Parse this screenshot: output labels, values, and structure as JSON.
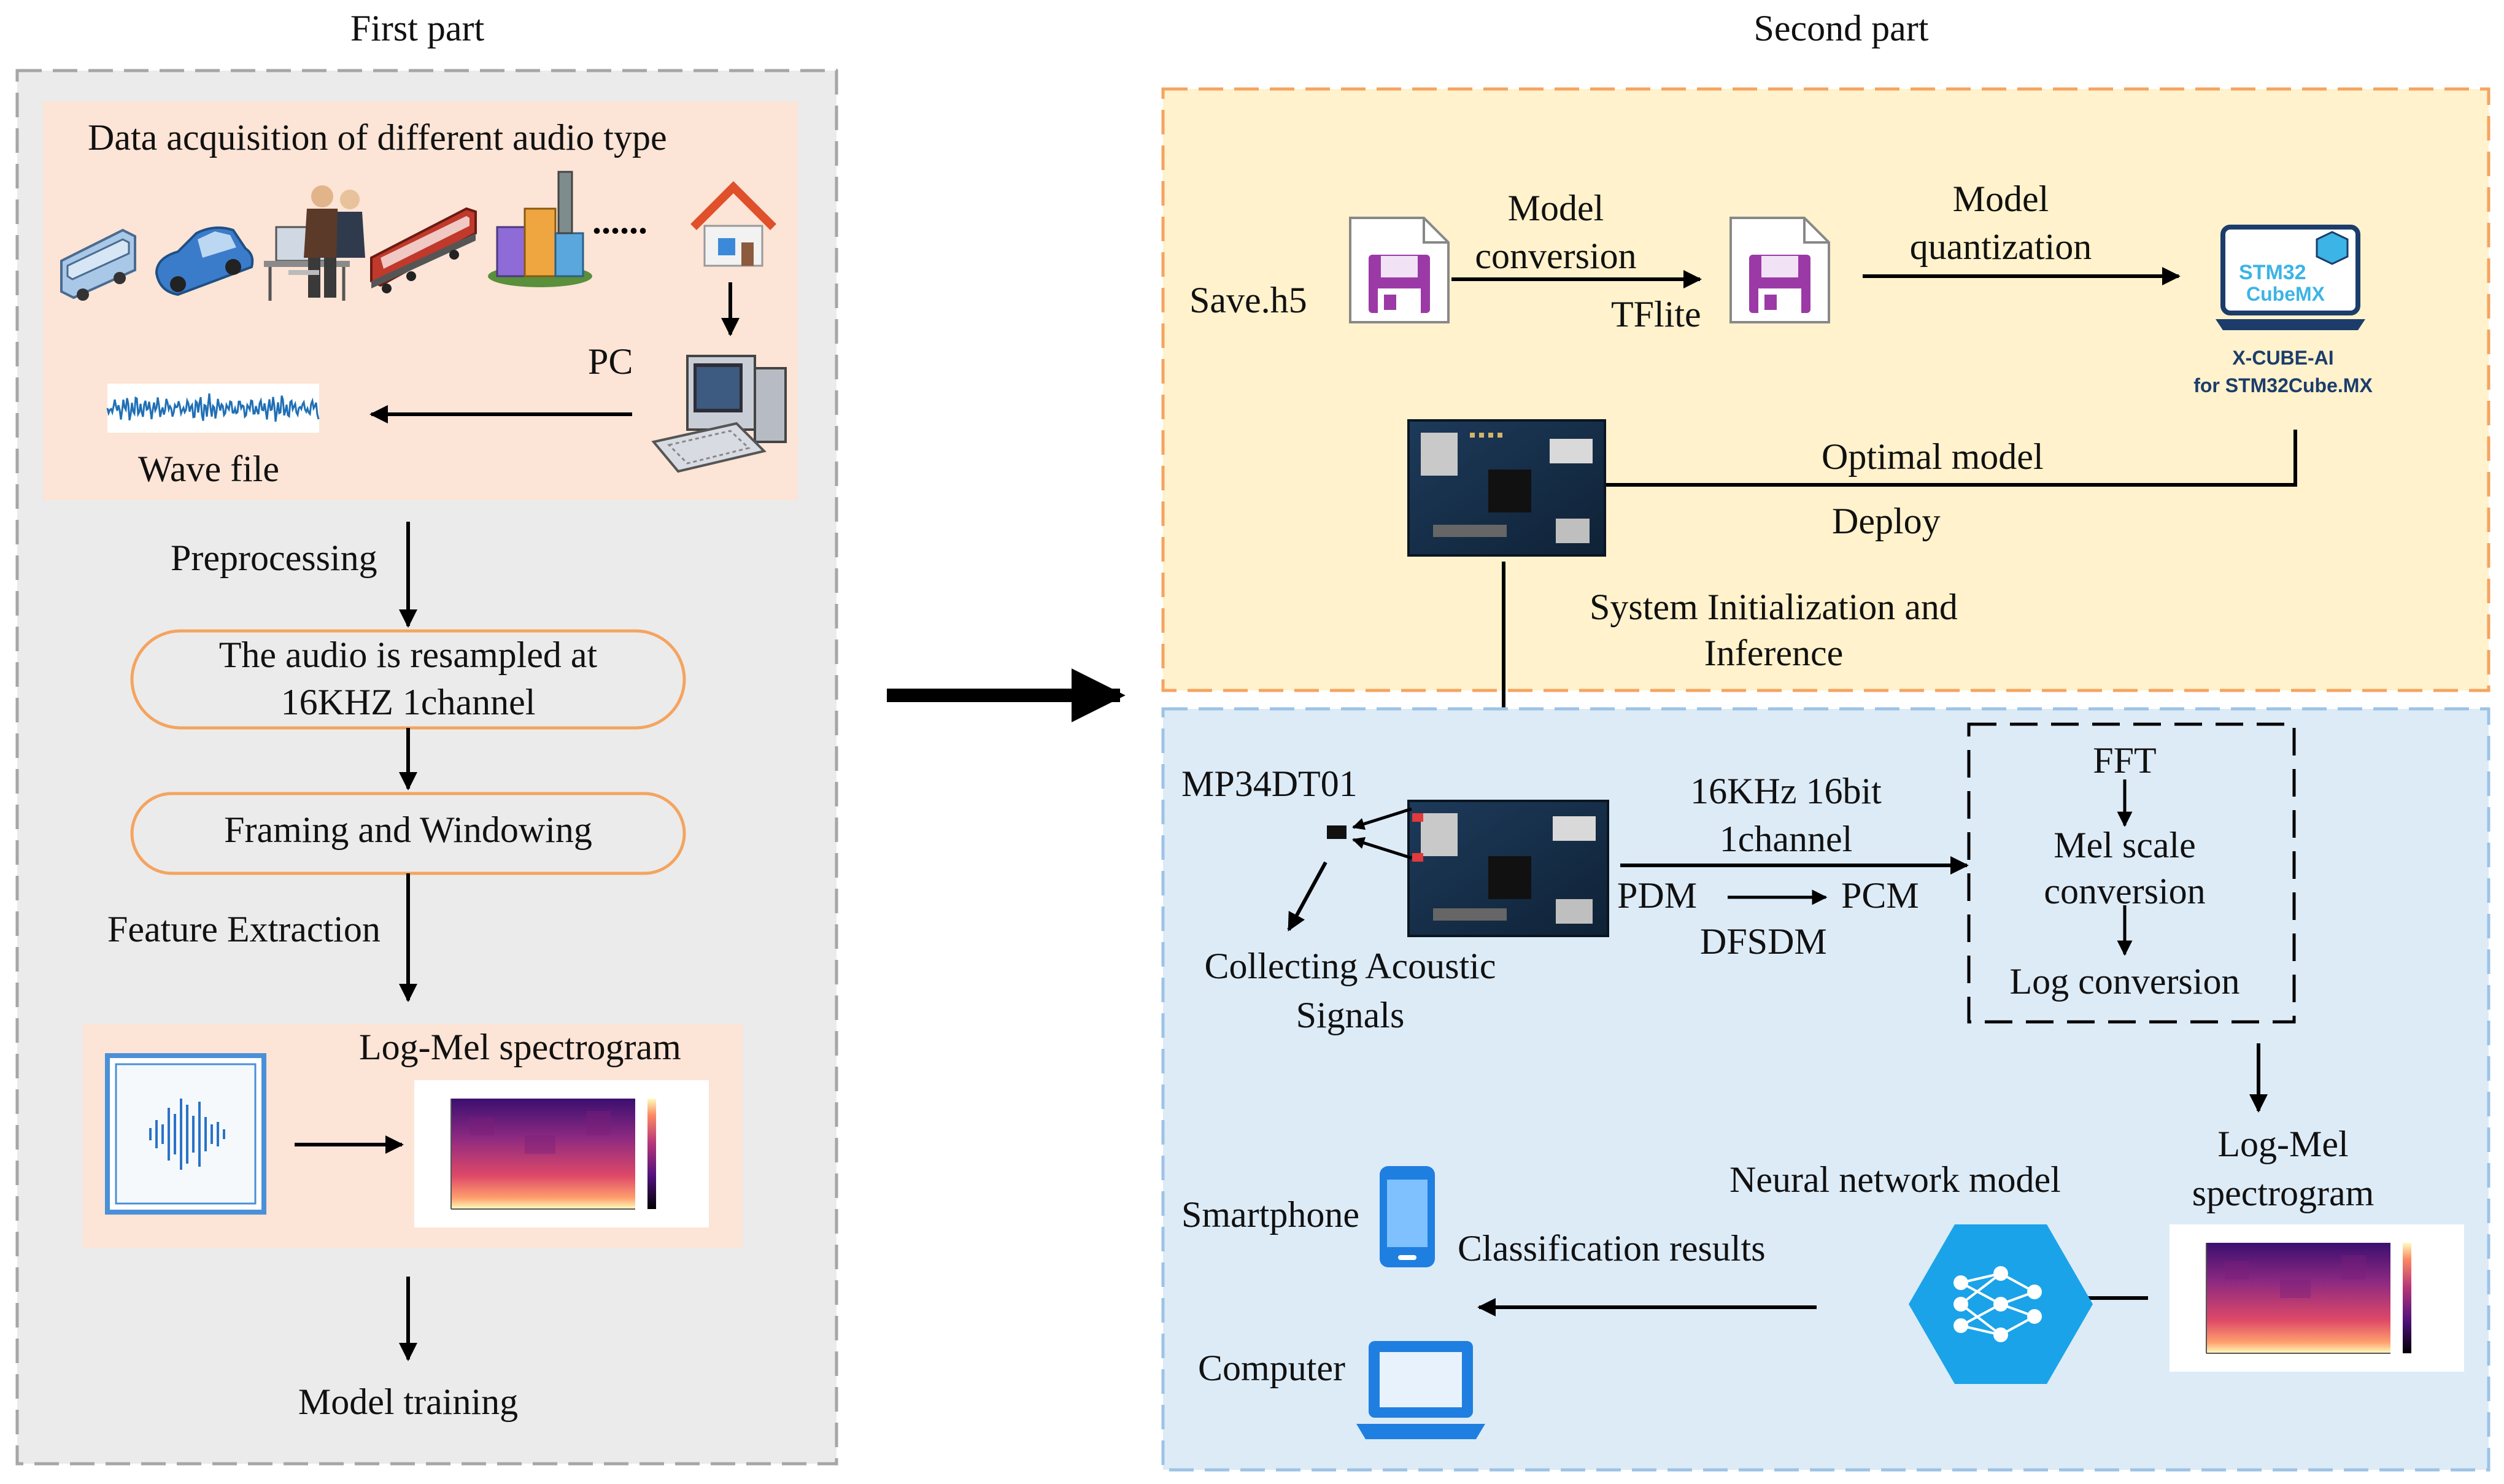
{
  "first_part": {
    "title": "First part",
    "acquisition_label": "Data acquisition of different audio type",
    "ellipsis": "......",
    "pc_label": "PC",
    "wave_file_label": "Wave file",
    "preprocessing_label": "Preprocessing",
    "resample_box": [
      "The audio is resampled at",
      "16KHZ 1channel"
    ],
    "framing_box": "Framing and Windowing",
    "feature_extraction_label": "Feature Extraction",
    "logmel_label": "Log-Mel spectrogram",
    "model_training_label": "Model training"
  },
  "second_part": {
    "title": "Second part",
    "save_h5": "Save.h5",
    "model_conversion": [
      "Model",
      "conversion"
    ],
    "tflite": "TFlite",
    "model_quantization": [
      "Model",
      "quantization"
    ],
    "stm32_logo": [
      "STM32",
      "CubeMX"
    ],
    "xcube": [
      "X-CUBE-AI",
      "for STM32Cube.MX"
    ],
    "optimal_model": "Optimal model",
    "deploy": "Deploy",
    "system_init": [
      "System Initialization and",
      "Inference"
    ],
    "mic": "MP34DT01",
    "collecting": [
      "Collecting Acoustic",
      "Signals"
    ],
    "sampling": [
      "16KHz 16bit",
      "1channel"
    ],
    "pdm": "PDM",
    "pcm": "PCM",
    "dfsdm": "DFSDM",
    "fft": "FFT",
    "mel_scale": [
      "Mel scale",
      "conversion"
    ],
    "log_conversion": "Log conversion",
    "logmel": [
      "Log-Mel",
      "spectrogram"
    ],
    "neural_network": "Neural network model",
    "classification": "Classification results",
    "smartphone": "Smartphone",
    "computer": "Computer"
  },
  "colors": {
    "first_panel_bg": "#ebebeb",
    "acquisition_bg": "#fce4d6",
    "orange_border": "#f4a460",
    "yellow_panel_bg": "#fff2cc",
    "blue_panel_bg": "#ddebf7",
    "blue_panel_border": "#9dc3e6",
    "icon_blue": "#1f7fe0"
  },
  "icons": [
    "bus-icon",
    "car-icon",
    "office-workers-icon",
    "train-icon",
    "city-buildings-icon",
    "house-icon",
    "pc-icon",
    "waveform-icon",
    "audio-file-icon",
    "h5-file-icon",
    "tflite-file-icon",
    "stm32-laptop-icon",
    "board-icon",
    "microphone-icon",
    "smartphone-icon",
    "laptop-icon",
    "neural-network-icon",
    "spectrogram-icon"
  ]
}
